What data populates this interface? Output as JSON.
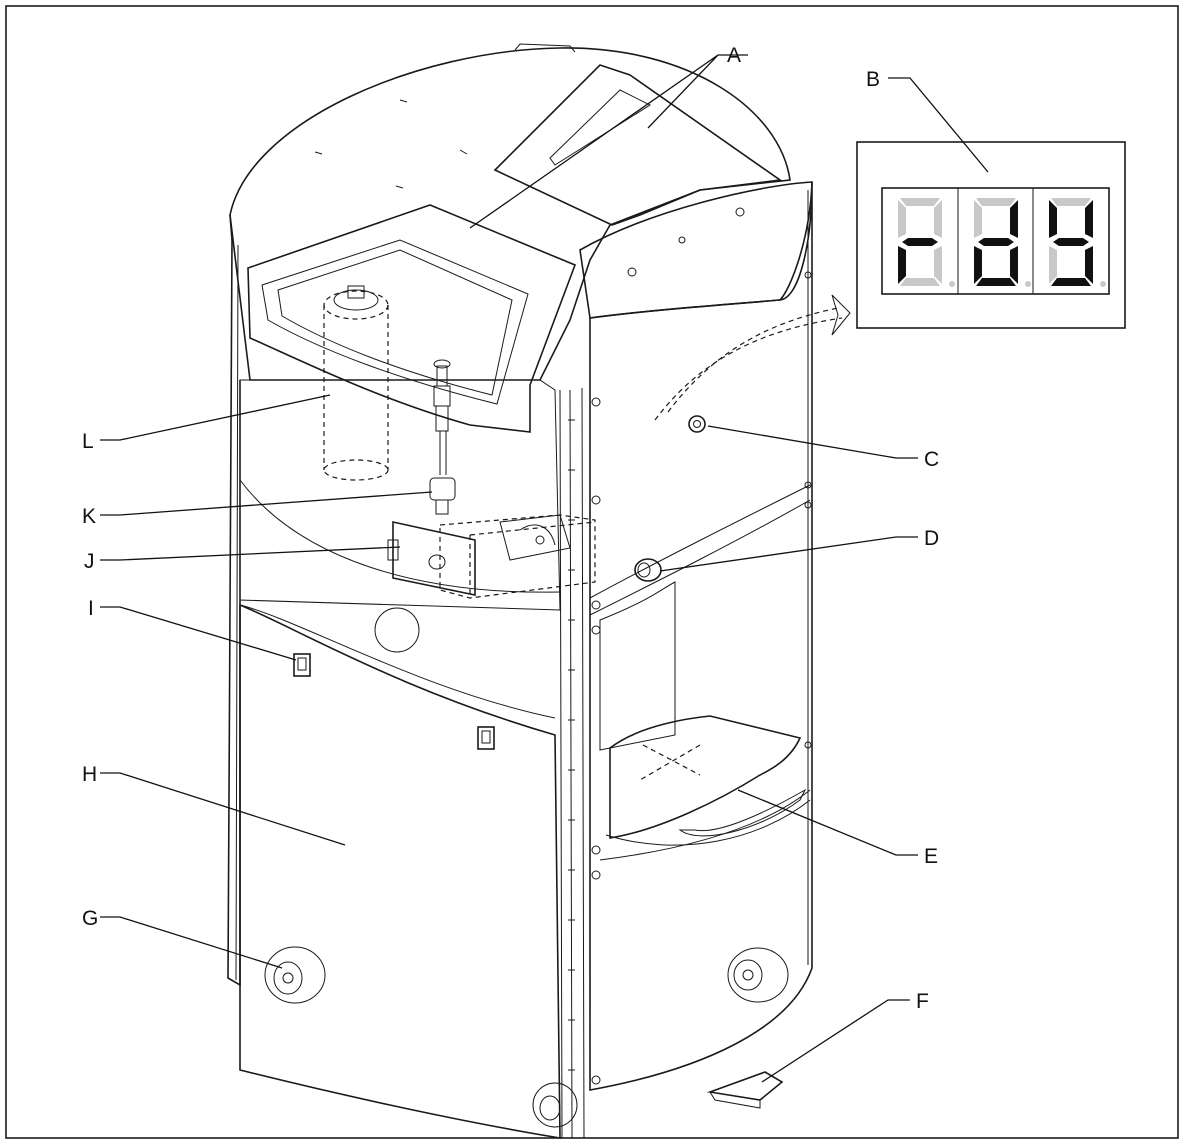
{
  "colors": {
    "highlight": "#c9ddf3",
    "highlight_dark": "#a9c6e8",
    "line": "#1a1a1a",
    "segment_on": "#111111",
    "segment_off": "#c8c8c8"
  },
  "display": {
    "text": "rdy",
    "segments_on": [
      [
        "e",
        "g"
      ],
      [
        "b",
        "c",
        "d",
        "e",
        "g"
      ],
      [
        "b",
        "c",
        "d",
        "f",
        "g"
      ]
    ]
  },
  "callouts": [
    {
      "id": "A",
      "label": "A"
    },
    {
      "id": "B",
      "label": "B"
    },
    {
      "id": "C",
      "label": "C"
    },
    {
      "id": "D",
      "label": "D"
    },
    {
      "id": "E",
      "label": "E"
    },
    {
      "id": "F",
      "label": "F"
    },
    {
      "id": "G",
      "label": "G"
    },
    {
      "id": "H",
      "label": "H"
    },
    {
      "id": "I",
      "label": "I"
    },
    {
      "id": "J",
      "label": "J"
    },
    {
      "id": "K",
      "label": "K"
    },
    {
      "id": "L",
      "label": "L"
    }
  ]
}
